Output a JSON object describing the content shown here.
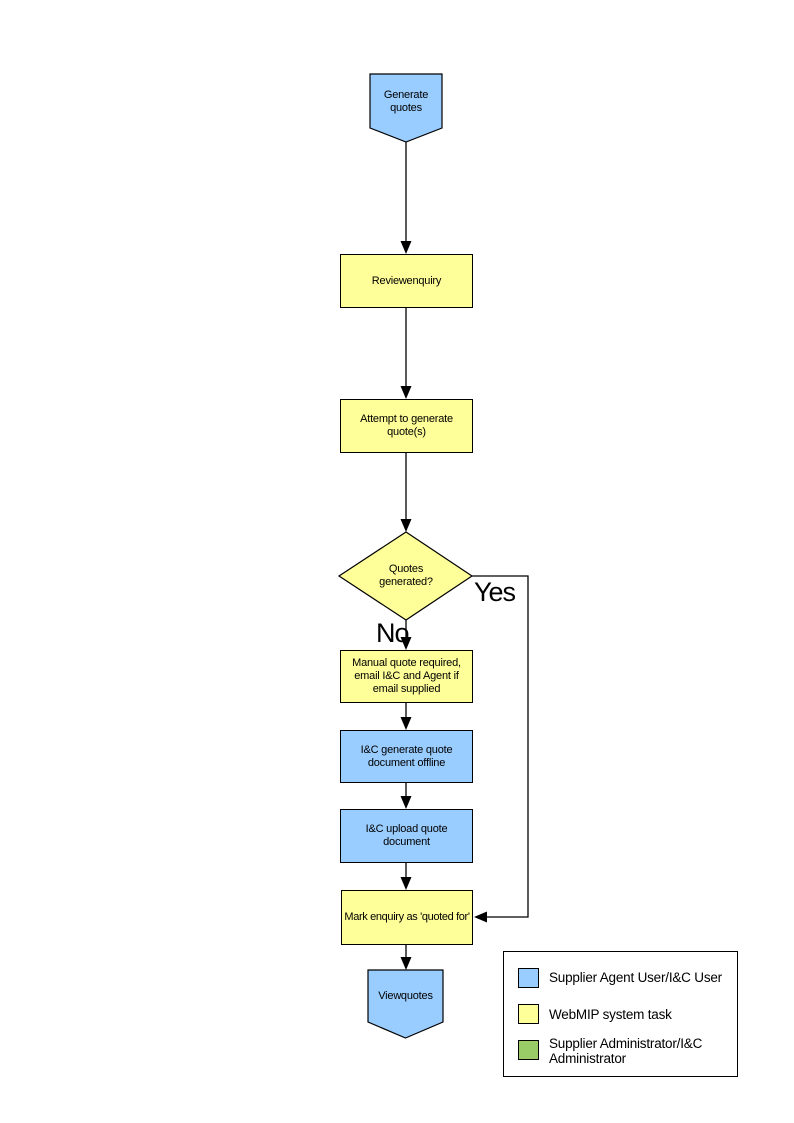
{
  "flowchart": {
    "nodes": {
      "start": {
        "label": "Generate quotes",
        "shape": "terminator",
        "color": "#99CCFF"
      },
      "review": {
        "label": "Review enquiry",
        "shape": "process",
        "color": "#FFFF99"
      },
      "attempt": {
        "label": "Attempt to generate quote(s)",
        "shape": "process",
        "color": "#FFFF99"
      },
      "decision": {
        "label": "Quotes generated?",
        "shape": "decision",
        "color": "#FFFF99"
      },
      "manual": {
        "label": "Manual quote required, email I&C and Agent if email supplied",
        "shape": "process",
        "color": "#FFFF99"
      },
      "offline": {
        "label": "I&C generate quote document offline",
        "shape": "process",
        "color": "#99CCFF"
      },
      "upload": {
        "label": "I&C upload quote document",
        "shape": "process",
        "color": "#99CCFF"
      },
      "mark": {
        "label": "Mark enquiry as 'quoted for'",
        "shape": "process",
        "color": "#FFFF99"
      },
      "end": {
        "label": "View quotes",
        "shape": "terminator",
        "color": "#99CCFF"
      }
    },
    "branch_labels": {
      "yes": "Yes",
      "no": "No"
    }
  },
  "legend": {
    "items": [
      {
        "label": "Supplier Agent User/I&C User",
        "color": "#99CCFF"
      },
      {
        "label": "WebMIP system task",
        "color": "#FFFF99"
      },
      {
        "label": "Supplier Administrator/I&C Administrator",
        "color": "#99CC66"
      }
    ]
  },
  "colors": {
    "line": "#000000",
    "background": "#FFFFFF"
  }
}
